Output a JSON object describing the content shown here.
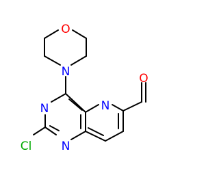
{
  "molecule": {
    "atoms": {
      "O_ring": {
        "symbol": "O",
        "color": "#ff0000"
      },
      "N_morph": {
        "symbol": "N",
        "color": "#0000ff"
      },
      "N_pyr_top": {
        "symbol": "N",
        "color": "#0000ff"
      },
      "N_left": {
        "symbol": "N",
        "color": "#0000ff"
      },
      "N_bottom": {
        "symbol": "N",
        "color": "#0000ff"
      },
      "Cl": {
        "symbol": "Cl",
        "color": "#00aa00"
      },
      "O_ald": {
        "symbol": "O",
        "color": "#ff0000"
      }
    },
    "bond_color": "#000000"
  }
}
